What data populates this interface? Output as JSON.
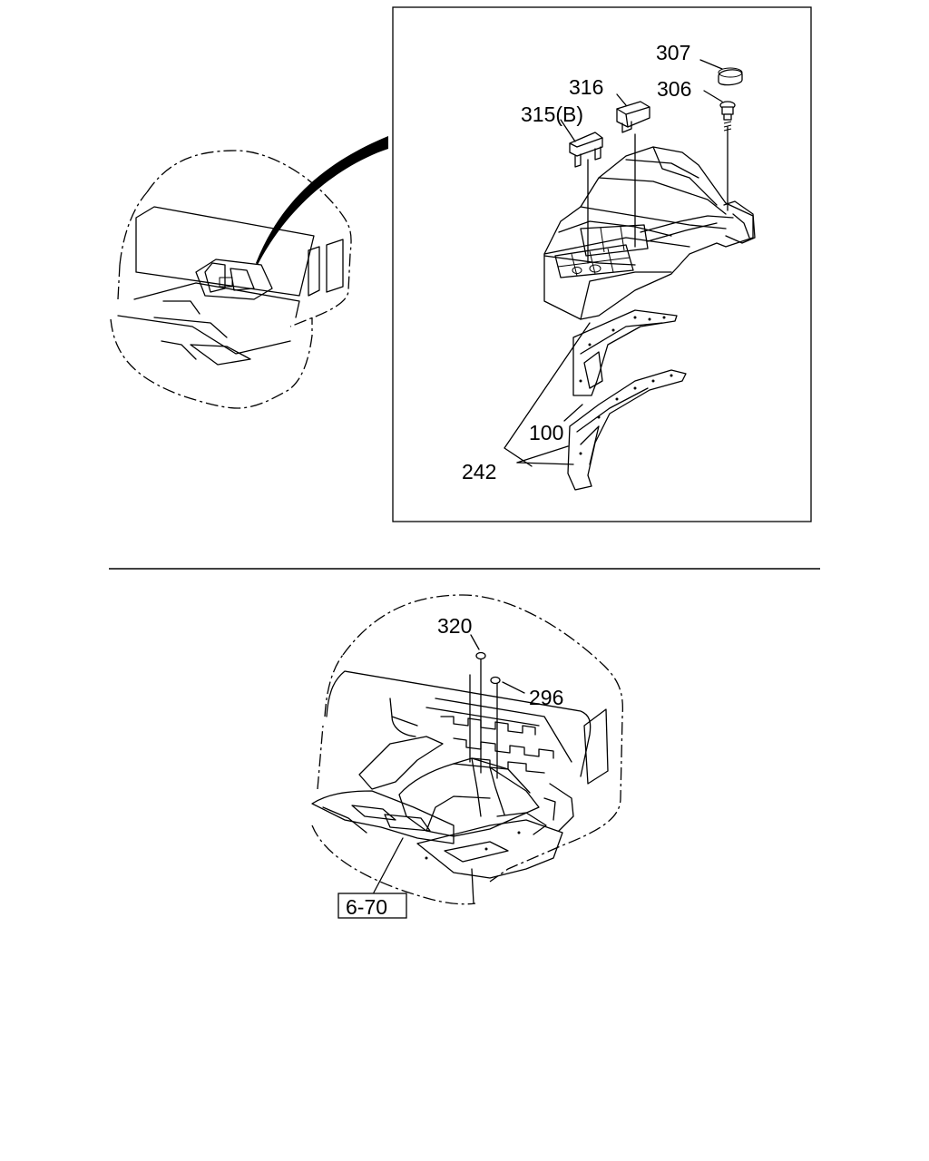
{
  "labels": {
    "p307": "307",
    "p316": "316",
    "p306": "306",
    "p315": "315(B)",
    "p100": "100",
    "p242": "242",
    "p320": "320",
    "p296": "296",
    "ref": "6-70"
  },
  "colors": {
    "line": "#000000",
    "background": "#ffffff"
  }
}
